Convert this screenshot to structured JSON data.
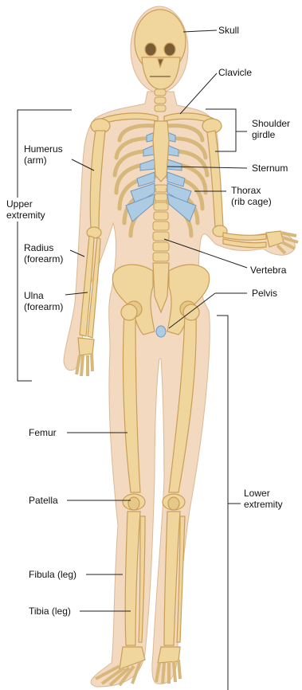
{
  "labels": {
    "skull": "Skull",
    "clavicle": "Clavicle",
    "shoulder_girdle": [
      "Shoulder",
      "girdle"
    ],
    "humerus": [
      "Humerus",
      "(arm)"
    ],
    "sternum": "Sternum",
    "upper_extremity": [
      "Upper",
      "extremity"
    ],
    "thorax": [
      "Thorax",
      "(rib cage)"
    ],
    "radius": [
      "Radius",
      "(forearm)"
    ],
    "vertebra": "Vertebra",
    "ulna": [
      "Ulna",
      "(forearm)"
    ],
    "pelvis": "Pelvis",
    "femur": "Femur",
    "lower_extremity": [
      "Lower",
      "extremity"
    ],
    "patella": "Patella",
    "fibula": "Fibula (leg)",
    "tibia": "Tibia (leg)"
  },
  "colors": {
    "skin": "#f2d9bf",
    "bone": "#f0d59c",
    "bone_edge": "#c99f57",
    "cartilage": "#aecbe4",
    "cartilage_edge": "#6f98c0",
    "leader": "#222222"
  }
}
